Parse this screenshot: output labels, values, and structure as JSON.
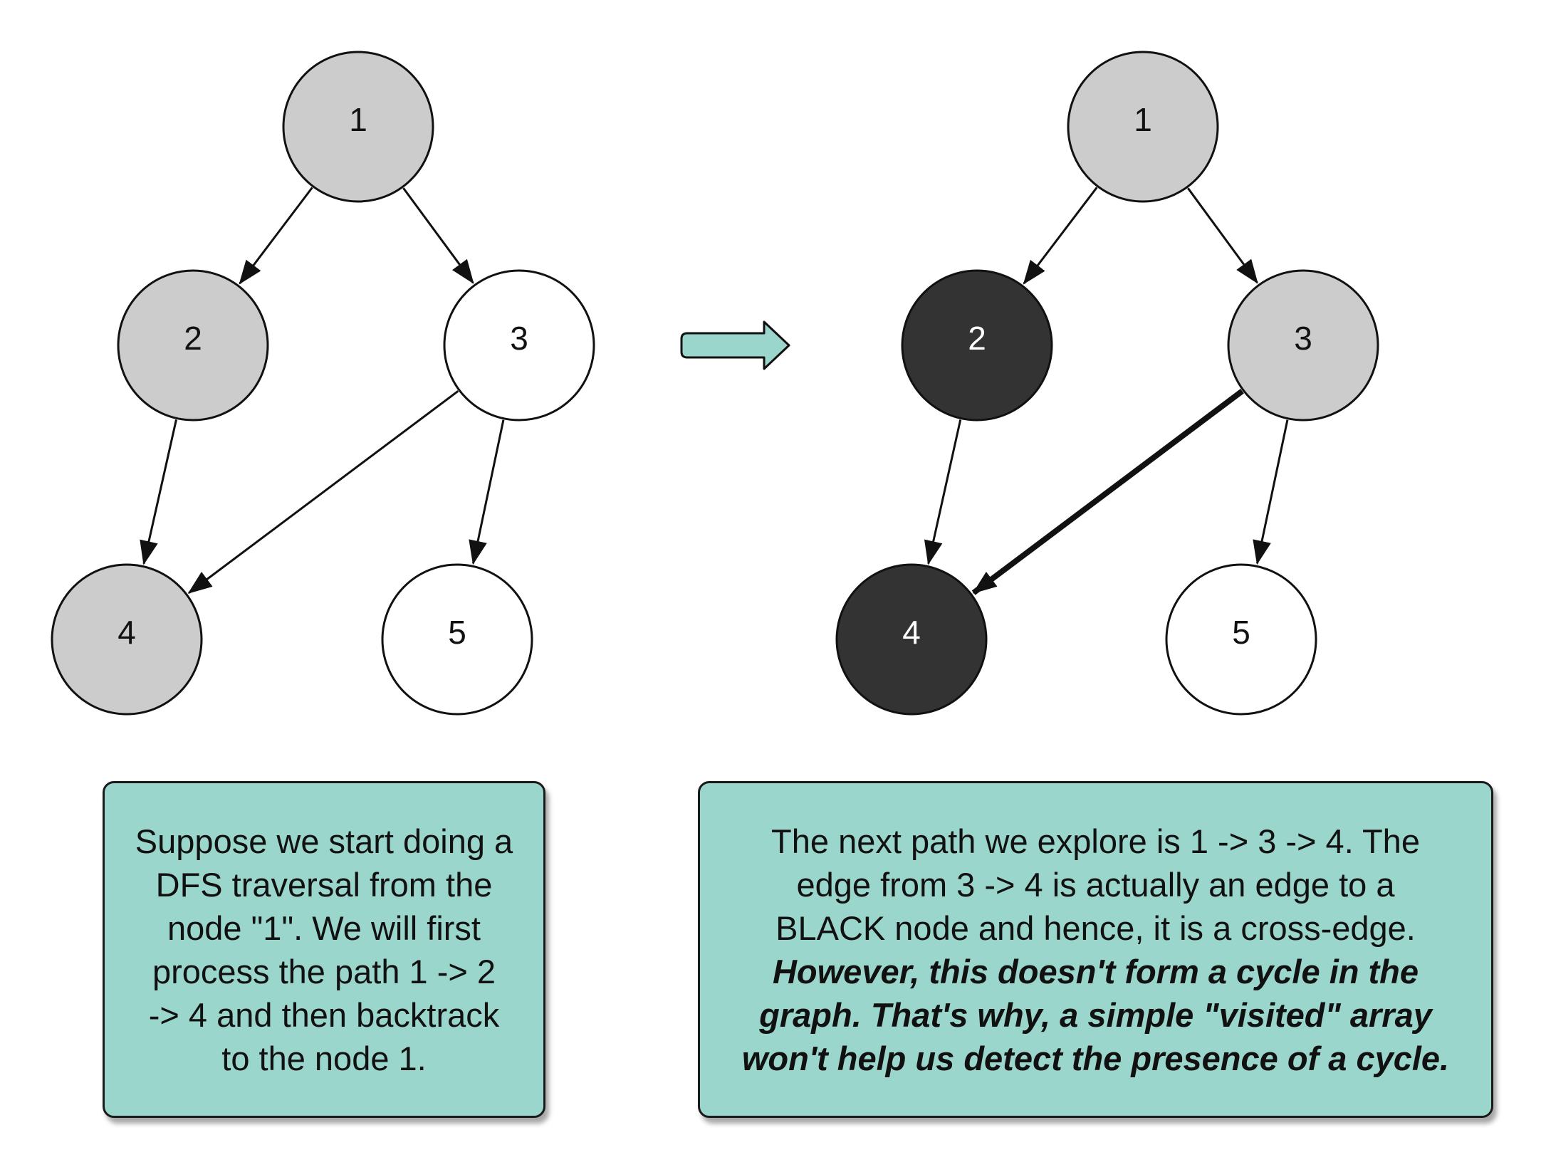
{
  "colors": {
    "gray": "#cccccc",
    "white": "#ffffff",
    "black": "#333333",
    "teal": "#9bd6cc",
    "stroke": "#111111"
  },
  "left_graph": {
    "nodes": [
      {
        "id": "1",
        "label": "1",
        "state": "gray"
      },
      {
        "id": "2",
        "label": "2",
        "state": "gray"
      },
      {
        "id": "3",
        "label": "3",
        "state": "white"
      },
      {
        "id": "4",
        "label": "4",
        "state": "gray"
      },
      {
        "id": "5",
        "label": "5",
        "state": "white"
      }
    ],
    "edges": [
      {
        "from": "1",
        "to": "2",
        "emphasis": false
      },
      {
        "from": "1",
        "to": "3",
        "emphasis": false
      },
      {
        "from": "2",
        "to": "4",
        "emphasis": false
      },
      {
        "from": "3",
        "to": "4",
        "emphasis": false
      },
      {
        "from": "3",
        "to": "5",
        "emphasis": false
      }
    ]
  },
  "right_graph": {
    "nodes": [
      {
        "id": "1",
        "label": "1",
        "state": "gray"
      },
      {
        "id": "2",
        "label": "2",
        "state": "black"
      },
      {
        "id": "3",
        "label": "3",
        "state": "gray"
      },
      {
        "id": "4",
        "label": "4",
        "state": "black"
      },
      {
        "id": "5",
        "label": "5",
        "state": "white"
      }
    ],
    "edges": [
      {
        "from": "1",
        "to": "2",
        "emphasis": false
      },
      {
        "from": "1",
        "to": "3",
        "emphasis": false
      },
      {
        "from": "2",
        "to": "4",
        "emphasis": false
      },
      {
        "from": "3",
        "to": "4",
        "emphasis": true
      },
      {
        "from": "3",
        "to": "5",
        "emphasis": false
      }
    ]
  },
  "notes": {
    "left": {
      "lines": [
        "Suppose we start doing a",
        "DFS traversal from the",
        "node \"1\". We will first",
        "process the path 1 -> 2",
        "-> 4 and then backtrack",
        "to the node 1."
      ]
    },
    "right": {
      "lines": [
        "The next path we explore is 1 -> 3 -> 4. The",
        "edge from 3 -> 4 is actually an edge to a",
        "BLACK node and hence, it is a cross-edge."
      ],
      "emphasis_lines": [
        "However, this doesn't form a cycle in the",
        "graph. That's why, a simple \"visited\" array",
        "won't help us detect the presence of a cycle."
      ]
    }
  }
}
